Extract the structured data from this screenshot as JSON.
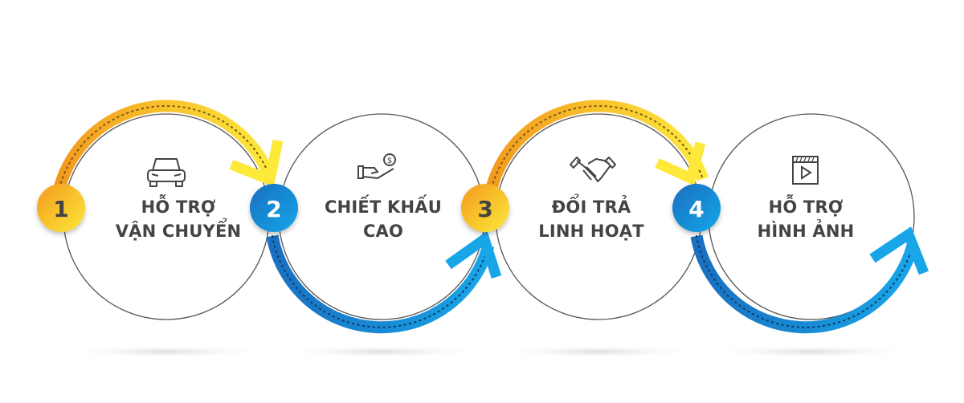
{
  "steps": [
    {
      "number": "1",
      "line1": "HỖ TRỢ",
      "line2": "VẬN CHUYỂN",
      "icon": "car-icon",
      "badge_color": "yellow"
    },
    {
      "number": "2",
      "line1": "CHIẾT KHẤU",
      "line2": "CAO",
      "icon": "hand-coin-icon",
      "badge_color": "blue"
    },
    {
      "number": "3",
      "line1": "ĐỔI TRẢ",
      "line2": "LINH HOẠT",
      "icon": "handshake-icon",
      "badge_color": "yellow"
    },
    {
      "number": "4",
      "line1": "HỖ TRỢ",
      "line2": "HÌNH ẢNH",
      "icon": "video-icon",
      "badge_color": "blue"
    }
  ],
  "colors": {
    "yellow_start": "#f39a1e",
    "yellow_end": "#fde93a",
    "blue_start": "#1a6fc0",
    "blue_end": "#18a6e8",
    "text": "#444444",
    "circle_stroke": "#555555"
  }
}
